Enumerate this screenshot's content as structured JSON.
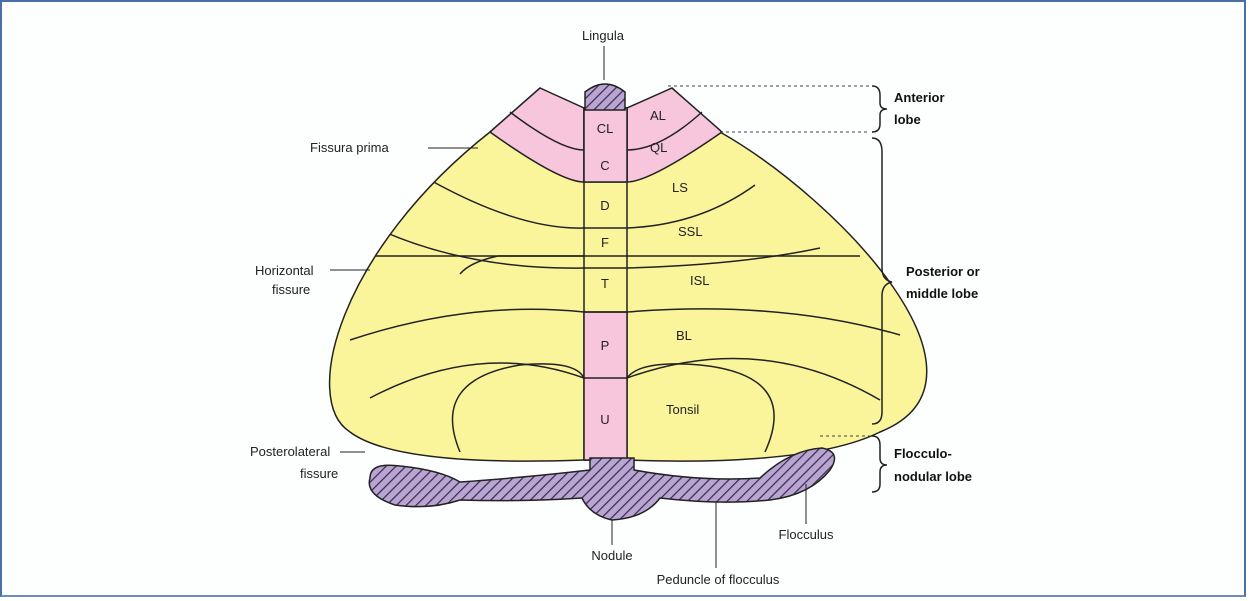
{
  "labels": {
    "lingula": "Lingula",
    "fissura_prima": "Fissura prima",
    "horizontal_fissure_1": "Horizontal",
    "horizontal_fissure_2": "fissure",
    "posterolateral_fissure_1": "Posterolateral",
    "posterolateral_fissure_2": "fissure",
    "nodule": "Nodule",
    "peduncle_of_flocculus": "Peduncle of flocculus",
    "flocculus": "Flocculus"
  },
  "segments": {
    "vermis": [
      "CL",
      "C",
      "D",
      "F",
      "T",
      "P",
      "U"
    ],
    "hemisphere": [
      "AL",
      "QL",
      "LS",
      "SSL",
      "ISL",
      "BL",
      "Tonsil"
    ]
  },
  "lobes": {
    "anterior_1": "Anterior",
    "anterior_2": "lobe",
    "posterior_1": "Posterior or",
    "posterior_2": "middle lobe",
    "flocculonodular_1": "Flocculo-",
    "flocculonodular_2": "nodular lobe"
  },
  "colors": {
    "pink": "#f7c5dc",
    "yellow": "#faf49b",
    "hatch": "#3b2a5a",
    "hatch_bg": "#b9a6d0"
  }
}
